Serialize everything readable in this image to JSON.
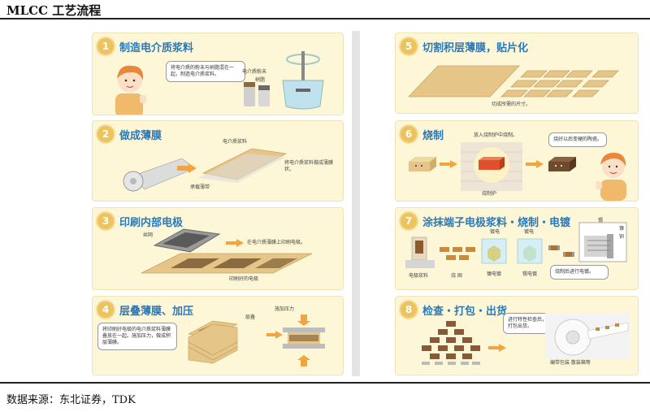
{
  "header": {
    "title": "MLCC 工艺流程"
  },
  "footer": {
    "source": "数据来源：东北证券，TDK"
  },
  "steps": [
    {
      "num": "1",
      "title": "制造电介质浆料",
      "labels": {
        "bubble": "将电介质的粉末与树脂混在一起，制造电介质浆料。",
        "powder": "电介质粉末",
        "resin": "树脂"
      }
    },
    {
      "num": "2",
      "title": "做成薄膜",
      "labels": {
        "slurry": "电介质浆料",
        "carrier": "承载薄带",
        "note": "将电介质浆料做成薄膜状。"
      }
    },
    {
      "num": "3",
      "title": "印刷内部电极",
      "labels": {
        "screen": "丝网",
        "print": "在电介质薄膜上印刷电极。",
        "printed": "印刷好的电极"
      }
    },
    {
      "num": "4",
      "title": "层叠薄膜、加压",
      "labels": {
        "bubble": "将印刷好电极的电介质浆料薄膜叠放在一起。施加压力，做成积层薄膜。",
        "stack": "层叠",
        "pressure": "施加压力"
      }
    },
    {
      "num": "5",
      "title": "切割积层薄膜，贴片化",
      "labels": {
        "cut": "切成所需的尺寸。"
      }
    },
    {
      "num": "6",
      "title": "烧制",
      "labels": {
        "furnace_in": "放入烧制炉中烧制。",
        "bubble": "烧好以后变硬的陶瓷。",
        "furnace": "烧制炉"
      }
    },
    {
      "num": "7",
      "title": "涂抹端子电极浆料・烧制・电镀",
      "labels": {
        "plate1": "镀电",
        "plate2": "镀电",
        "paste": "电极浆料",
        "fire": "烧 固",
        "ni": "镍电镀",
        "sn": "锡电镀",
        "bubble": "烧制后进行电镀。",
        "side1": "锡",
        "side2": "镍",
        "side3": "铜"
      }
    },
    {
      "num": "8",
      "title": "检查・打包・出货",
      "labels": {
        "bubble": "进行特性检查后，打包出货。",
        "pack": "编带包装 散装箱等"
      }
    }
  ],
  "colors": {
    "card_bg": "#fdf7d8",
    "title_blue": "#2c79b8",
    "num_orange": "#ecc35c",
    "arrow": "#f0a540",
    "sheet": "#e6c588",
    "electrode": "#8a6a40",
    "chip": "#c98a3a"
  }
}
